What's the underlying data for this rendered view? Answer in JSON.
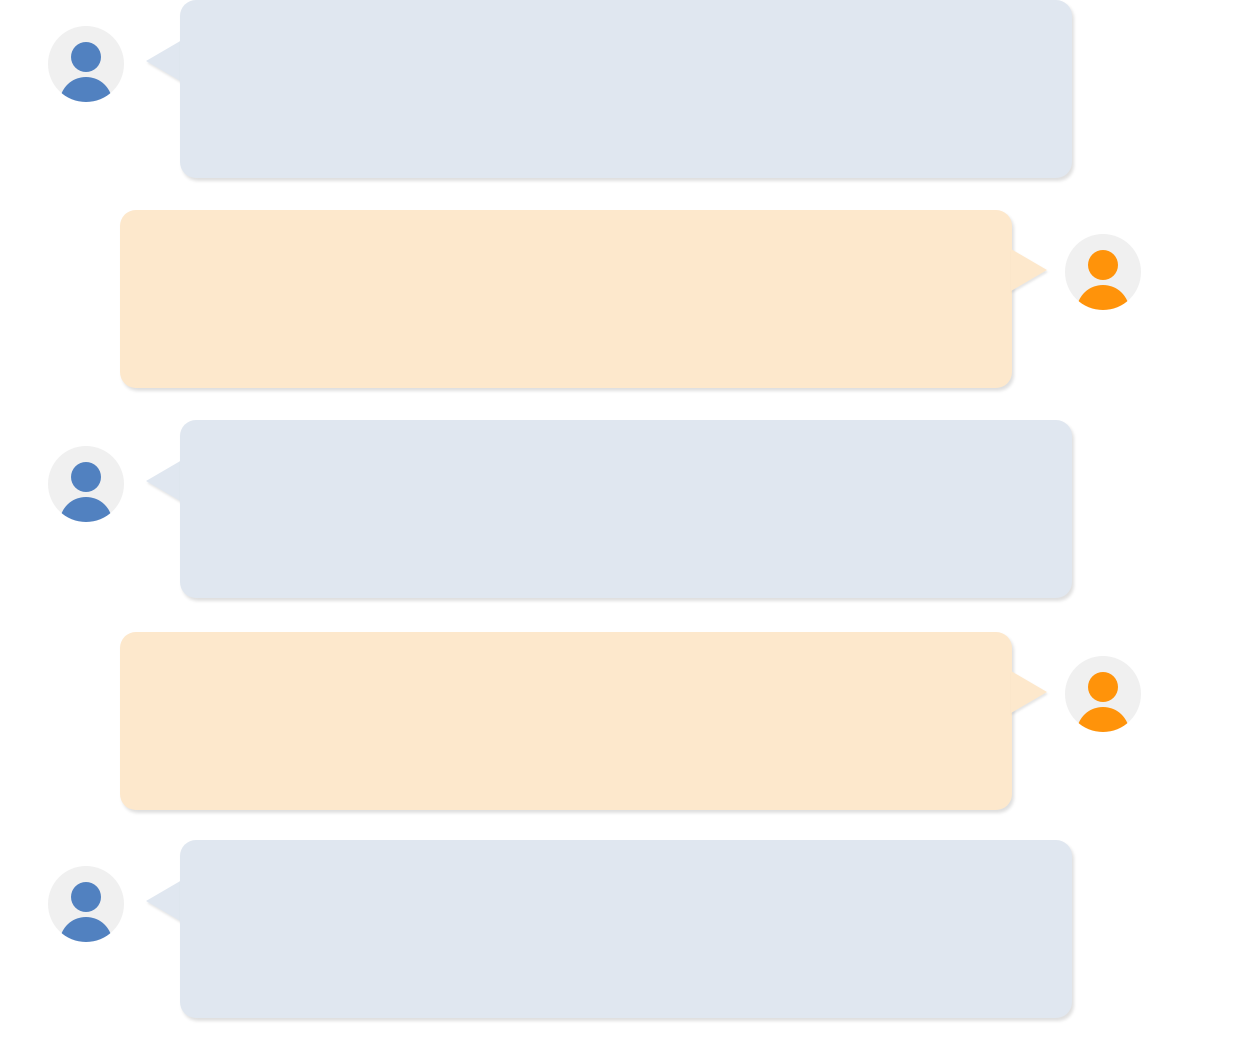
{
  "theme": {
    "incoming_bubble": "#e0e7f0",
    "outgoing_bubble": "#fde8cc",
    "incoming_avatar": "#5181c0",
    "outgoing_avatar": "#ff930a",
    "avatar_background": "#f0f0f0"
  },
  "messages": [
    {
      "side": "left",
      "avatar": "user-avatar-icon",
      "text": ""
    },
    {
      "side": "right",
      "avatar": "user-avatar-icon",
      "text": ""
    },
    {
      "side": "left",
      "avatar": "user-avatar-icon",
      "text": ""
    },
    {
      "side": "right",
      "avatar": "user-avatar-icon",
      "text": ""
    },
    {
      "side": "left",
      "avatar": "user-avatar-icon",
      "text": ""
    }
  ]
}
